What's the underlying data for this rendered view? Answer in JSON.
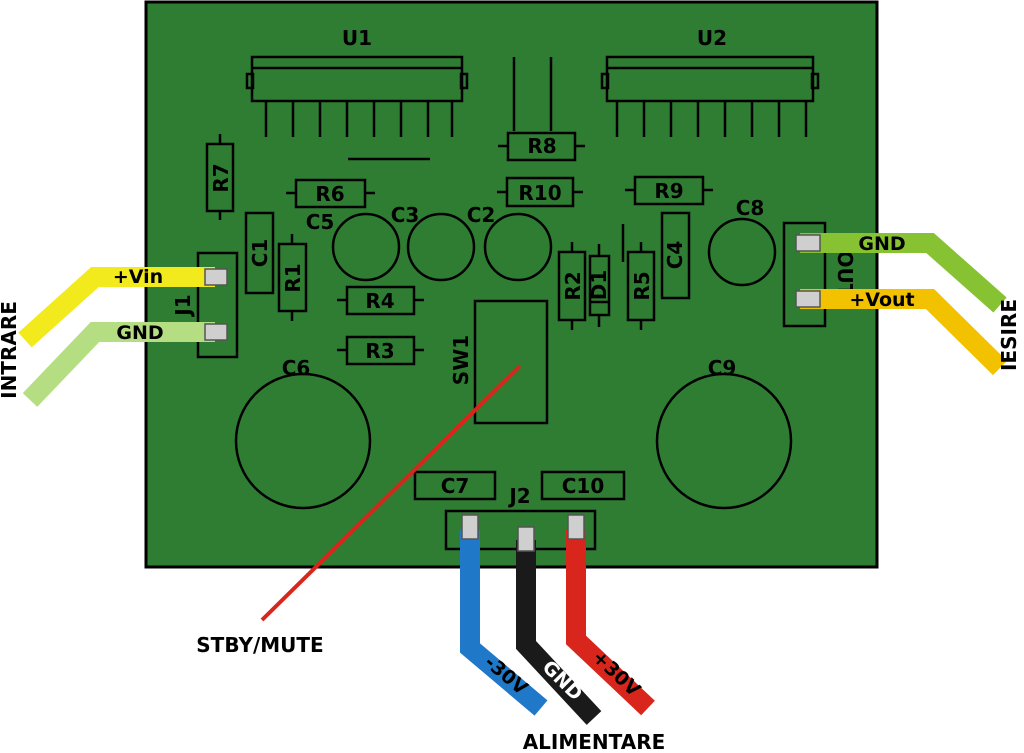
{
  "components": {
    "U1": "U1",
    "U2": "U2",
    "R7": "R7",
    "R6": "R6",
    "R8": "R8",
    "R10": "R10",
    "R9": "R9",
    "C5": "C5",
    "C3": "C3",
    "C2": "C2",
    "C8": "C8",
    "C1": "C1",
    "R1": "R1",
    "R4": "R4",
    "R3": "R3",
    "R2": "R2",
    "D1": "D1",
    "R5": "R5",
    "C4": "C4",
    "SW1": "SW1",
    "C6": "C6",
    "C9": "C9",
    "C7": "C7",
    "C10": "C10",
    "J1": "J1",
    "J2": "J2",
    "OUT": "OUT"
  },
  "wires": {
    "vin": "+Vin",
    "gnd_in": "GND",
    "gnd_out": "GND",
    "vout": "+Vout",
    "neg30": "-30V",
    "gnd_pwr": "GND",
    "pos30": "+30V"
  },
  "external_labels": {
    "input": "INTRARE",
    "output": "IESIRE",
    "standby": "STBY/MUTE",
    "supply": "ALIMENTARE"
  },
  "colors": {
    "board": "#2e7d32",
    "vin_wire": "#f2ea1c",
    "gnd_in_wire": "#b5de82",
    "gnd_out_wire": "#86c232",
    "vout_wire": "#f2c100",
    "neg_wire": "#1f78c8",
    "gnd_pwr_wire": "#1a1a1a",
    "pos_wire": "#d9261c",
    "stby_wire": "#d9261c"
  }
}
